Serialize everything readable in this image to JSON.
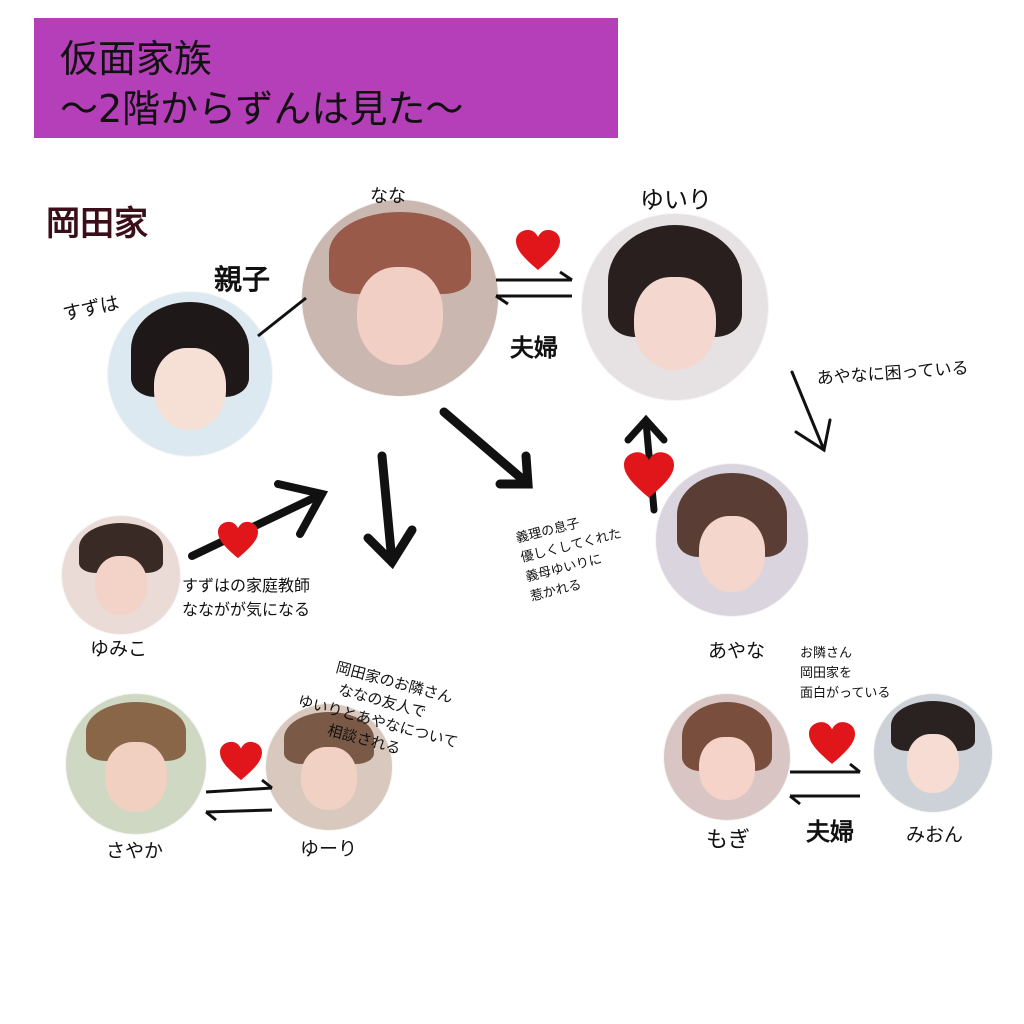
{
  "title": {
    "line1": "仮面家族",
    "line2": "〜2階からずんは見た〜"
  },
  "family_label": "岡田家",
  "people": {
    "nana": "なな",
    "yuiri": "ゆいり",
    "suzuha": "すずは",
    "yumiko": "ゆみこ",
    "ayana": "あやな",
    "sayaka": "さやか",
    "yuri": "ゆーり",
    "mogi": "もぎ",
    "mion": "みおん"
  },
  "relations": {
    "oyako": "親子",
    "fufu_top": "夫婦",
    "fufu_bottom": "夫婦",
    "ayana_trouble": "あやなに困っている",
    "tutor_line1": "すずはの家庭教師",
    "tutor_line2": "なながが気になる",
    "stepson_line1": "義理の息子",
    "stepson_line2": "優しくしてくれた",
    "stepson_line3": "義母ゆいりに",
    "stepson_line4": "惹かれる",
    "neighbor_line1": "岡田家のお隣さん",
    "neighbor_line2": "ななの友人で",
    "neighbor_line3": "ゆいりとあやなについて",
    "neighbor_line4": "相談される",
    "mogi_line1": "お隣さん",
    "mogi_line2": "岡田家を",
    "mogi_line3": "面白がっている"
  },
  "colors": {
    "title_bg": "#b53fb8",
    "heart": "#e0161b",
    "family_text": "#3a0f1a"
  }
}
